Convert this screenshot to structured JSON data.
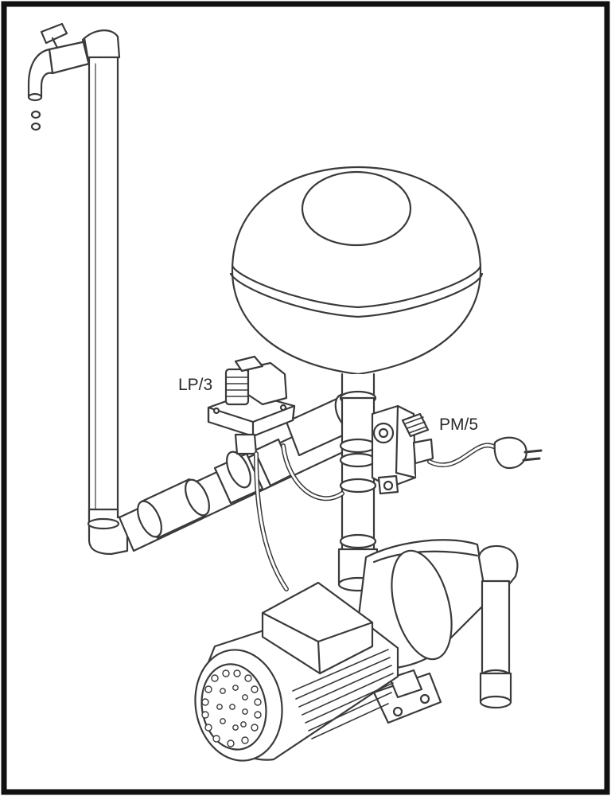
{
  "labels": {
    "pressure_switch": "LP/3",
    "pressure_control": "PM/5"
  },
  "colors": {
    "line": "#3a3a3a",
    "fill": "#ffffff",
    "border": "#111111"
  },
  "components": {
    "tap": "faucet",
    "pipe": "pipe",
    "tank": "pressure-vessel",
    "switch": "pressure-switch",
    "controller": "pressure-control",
    "plug": "plug",
    "pump": "pump",
    "motor": "motor"
  }
}
